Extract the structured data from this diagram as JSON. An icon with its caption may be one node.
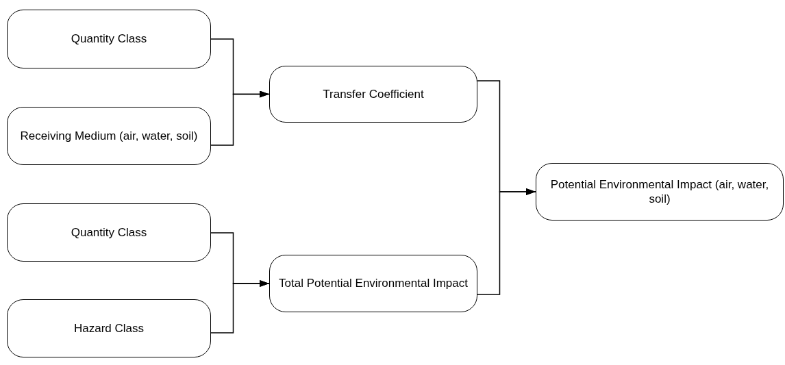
{
  "diagram": {
    "nodes": [
      {
        "text": [
          "Quantity Class"
        ]
      },
      {
        "text": [
          "Receiving Medium (air, water, soil)"
        ]
      },
      {
        "text": [
          "Transfer Coefficient"
        ]
      },
      {
        "text": [
          "Quantity Class"
        ]
      },
      {
        "text": [
          "Hazard Class"
        ]
      },
      {
        "text": [
          "Total Potential Environmental Impact"
        ]
      },
      {
        "text": [
          "Potential Environmental Impact (air, water, soil)"
        ]
      }
    ],
    "edges": [
      {
        "from": 0,
        "to": 2,
        "arrow": "to"
      },
      {
        "from": 1,
        "to": 2,
        "arrow": "to"
      },
      {
        "from": 3,
        "to": 5,
        "arrow": "to"
      },
      {
        "from": 4,
        "to": 5,
        "arrow": "to"
      },
      {
        "from": 2,
        "to": 6,
        "arrow": "to"
      },
      {
        "from": 5,
        "to": 6,
        "arrow": "to"
      }
    ]
  }
}
